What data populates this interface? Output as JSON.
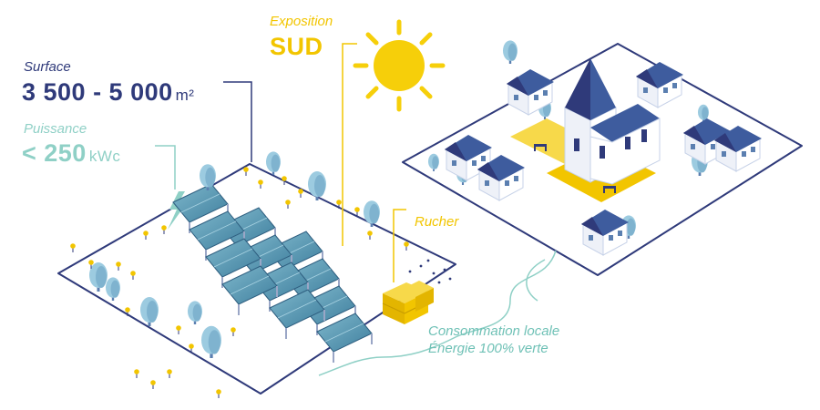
{
  "surface": {
    "label": "Surface",
    "value": "3 500 - 5 000",
    "unit": "m²"
  },
  "puissance": {
    "label": "Puissance",
    "value": "< 250",
    "unit": "kWc"
  },
  "exposition": {
    "label": "Exposition",
    "value": "SUD"
  },
  "rucher": {
    "label": "Rucher"
  },
  "benefits": {
    "line1": "Consommation locale",
    "line2": "Énergie 100% verte"
  },
  "colors": {
    "navy": "#2f3a7a",
    "mint": "#8fd0c6",
    "gold": "#f2c500",
    "teal": "#6fc1b6",
    "panel": "#5a9fb8",
    "tree": "#9ccbe0"
  },
  "icons": [
    "sun-icon",
    "lightning-icon",
    "beehive-icon",
    "tree-icon",
    "house-icon",
    "church-icon",
    "solar-panel-icon",
    "flower-icon"
  ]
}
